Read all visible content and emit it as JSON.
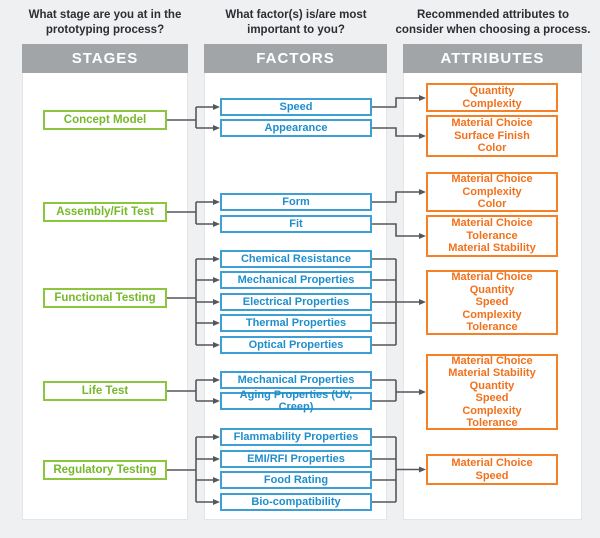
{
  "questions": [
    "What stage are you at in the\nprototyping process?",
    "What factor(s) is/are most\nimportant to you?",
    "Recommended attributes to\nconsider when choosing a process."
  ],
  "columns": [
    {
      "header": "STAGES"
    },
    {
      "header": "FACTORS"
    },
    {
      "header": "ATTRIBUTES"
    }
  ],
  "colors": {
    "stage_green": "#8cc63f",
    "factor_blue": "#2e97ce",
    "attribute_orange": "#f47b20",
    "header_gray": "#a2a5a8",
    "connector_gray": "#55575a",
    "page_background": "#eff0f1"
  },
  "groups": [
    {
      "stage": "Concept Model",
      "factors": [
        "Speed",
        "Appearance"
      ],
      "attributes": [
        "Quantity\nComplexity",
        "Material Choice\nSurface Finish\nColor"
      ]
    },
    {
      "stage": "Assembly/Fit Test",
      "factors": [
        "Form",
        "Fit"
      ],
      "attributes": [
        "Material Choice\nComplexity\nColor",
        "Material Choice\nTolerance\nMaterial Stability"
      ]
    },
    {
      "stage": "Functional Testing",
      "factors": [
        "Chemical Resistance",
        "Mechanical Properties",
        "Electrical Properties",
        "Thermal Properties",
        "Optical Properties"
      ],
      "attributes": [
        "Material Choice\nQuantity\nSpeed\nComplexity\nTolerance"
      ]
    },
    {
      "stage": "Life Test",
      "factors": [
        "Mechanical Properties",
        "Aging Properties (UV, Creep)"
      ],
      "attributes": [
        "Material Choice\nMaterial Stability\nQuantity\nSpeed\nComplexity\nTolerance"
      ]
    },
    {
      "stage": "Regulatory Testing",
      "factors": [
        "Flammability Properties",
        "EMI/RFI Properties",
        "Food Rating",
        "Bio-compatibility"
      ],
      "attributes": [
        "Material Choice\nSpeed"
      ]
    }
  ]
}
